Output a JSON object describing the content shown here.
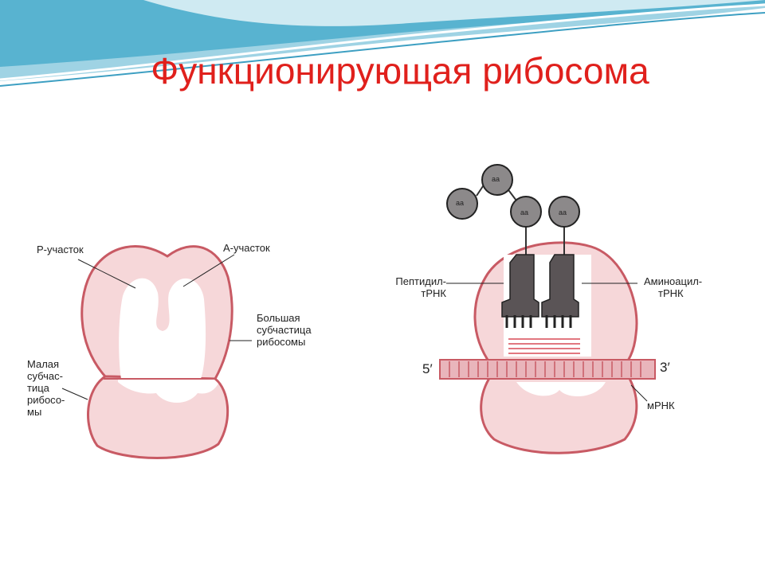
{
  "title": "Функционирующая рибосома",
  "left_diagram": {
    "p_site": "Р-участок",
    "a_site": "А-участок",
    "large_subunit": [
      "Большая",
      "субчастица",
      "рибосомы"
    ],
    "small_subunit": [
      "Малая",
      "субчас-",
      "тица",
      "рибосо-",
      "мы"
    ]
  },
  "right_diagram": {
    "amino_acid_label": "аа",
    "peptidyl_trna": [
      "Пептидил-",
      "тРНК"
    ],
    "aminoacyl_trna": [
      "Аминоацил-",
      "тРНК"
    ],
    "five_prime": "5′",
    "three_prime": "3′",
    "mrna": "мРНК"
  },
  "colors": {
    "title": "#e0201c",
    "ribosome_fill": "#f6d7d9",
    "ribosome_edge": "#c85a64",
    "trna": "#5a5456",
    "amino_acid": "#8c898a"
  }
}
